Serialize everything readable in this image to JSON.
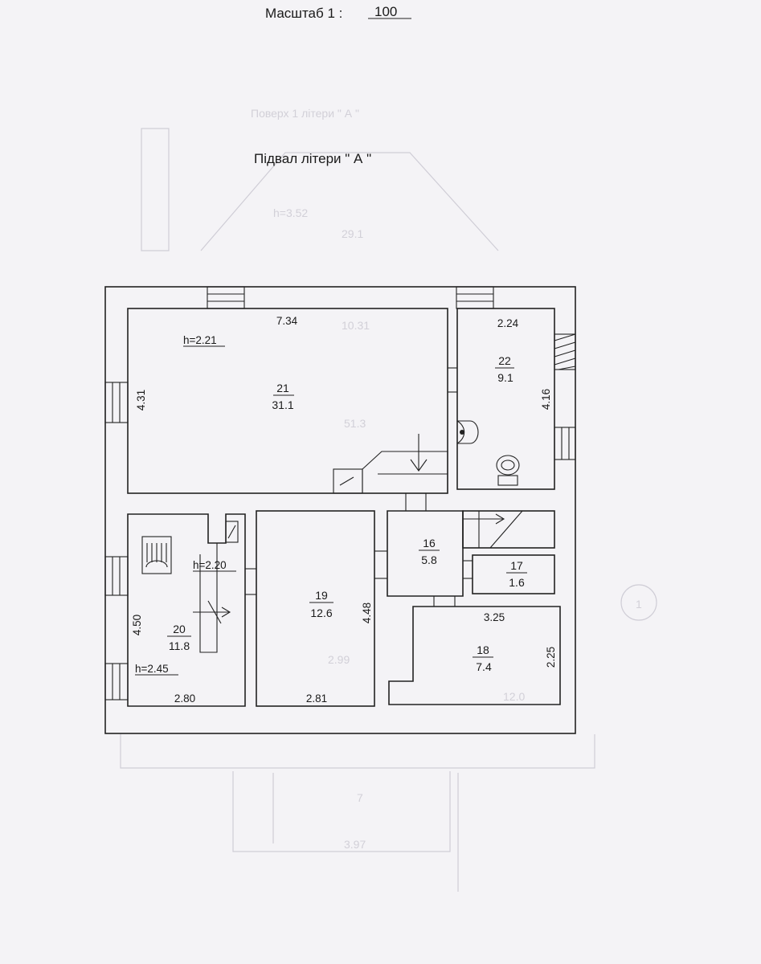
{
  "header": {
    "scale_label": "Масштаб  1 : ",
    "scale_value": "100"
  },
  "title": "Підвал   літери \" А \"",
  "rooms": [
    {
      "id": "21",
      "area": "31.1"
    },
    {
      "id": "22",
      "area": "9.1"
    },
    {
      "id": "16",
      "area": "5.8"
    },
    {
      "id": "17",
      "area": "1.6"
    },
    {
      "id": "19",
      "area": "12.6"
    },
    {
      "id": "20",
      "area": "11.8"
    },
    {
      "id": "18",
      "area": "7.4"
    }
  ],
  "heights": [
    "h=2.21",
    "h=2.20",
    "h=2.45"
  ],
  "dimensions": [
    "7.34",
    "4.31",
    "2.24",
    "4.16",
    "4.50",
    "2.80",
    "2.81",
    "4.48",
    "3.25",
    "2.25"
  ],
  "background_bleed": [
    "Поверх 1 літери \" А \"",
    "h=3.52",
    "29.1",
    "10.31",
    "51.3",
    "2.99",
    "12.0",
    "7",
    "3.97",
    "1"
  ]
}
